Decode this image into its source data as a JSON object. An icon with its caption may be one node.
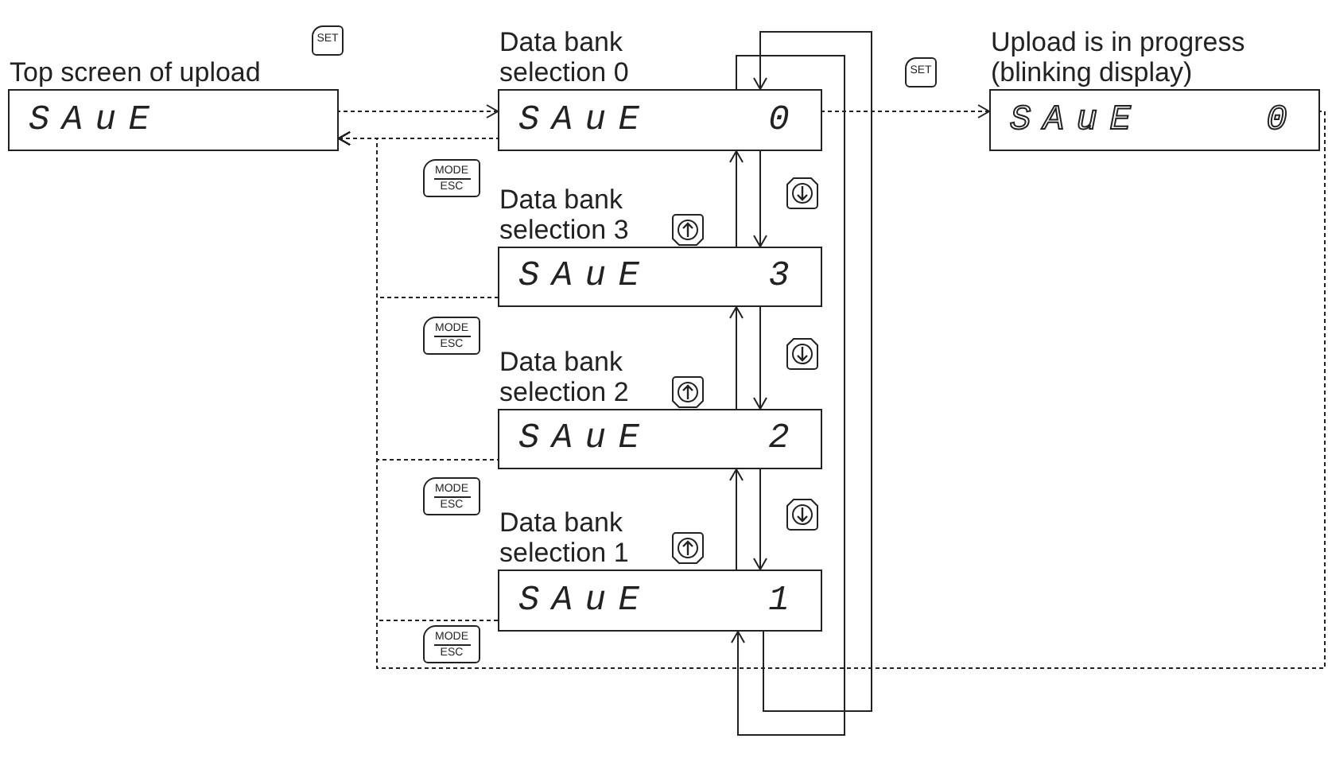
{
  "diagram": {
    "nodes": [
      {
        "text": [
          "Top screen of upload",
          "SAuE"
        ]
      },
      {
        "text": [
          "Data bank selection 0",
          "SAuE",
          "0"
        ]
      },
      {
        "text": [
          "Data bank selection 3",
          "SAuE",
          "3"
        ]
      },
      {
        "text": [
          "Data bank selection 2",
          "SAuE",
          "2"
        ]
      },
      {
        "text": [
          "Data bank selection 1",
          "SAuE",
          "1"
        ]
      },
      {
        "text": [
          "Upload is in progress (blinking display)",
          "SAuE",
          "0"
        ]
      }
    ],
    "edges": [
      {
        "from": 0,
        "to": 1,
        "arrow": "to",
        "style": "dashed"
      },
      {
        "from": 1,
        "to": 0,
        "arrow": "to",
        "style": "dashed"
      },
      {
        "from": 1,
        "to": 5,
        "arrow": "to",
        "style": "dashed"
      },
      {
        "from": 1,
        "to": 2,
        "arrow": "to"
      },
      {
        "from": 2,
        "to": 1,
        "arrow": "to"
      },
      {
        "from": 2,
        "to": 3,
        "arrow": "to"
      },
      {
        "from": 3,
        "to": 2,
        "arrow": "to"
      },
      {
        "from": 3,
        "to": 4,
        "arrow": "to"
      },
      {
        "from": 4,
        "to": 3,
        "arrow": "to"
      },
      {
        "from": 4,
        "to": 1,
        "arrow": "to"
      },
      {
        "from": 1,
        "to": 4,
        "arrow": "to"
      },
      {
        "from": 2,
        "to": 0,
        "arrow": "to",
        "style": "dashed"
      },
      {
        "from": 3,
        "to": 0,
        "arrow": "to",
        "style": "dashed"
      },
      {
        "from": 4,
        "to": 0,
        "arrow": "to",
        "style": "dashed"
      },
      {
        "from": 5,
        "to": 0,
        "arrow": "to",
        "style": "dashed"
      }
    ],
    "labels": [
      "SET",
      "SET",
      "MODE",
      "ESC",
      "MODE",
      "ESC",
      "MODE",
      "ESC",
      "MODE",
      "ESC"
    ]
  }
}
